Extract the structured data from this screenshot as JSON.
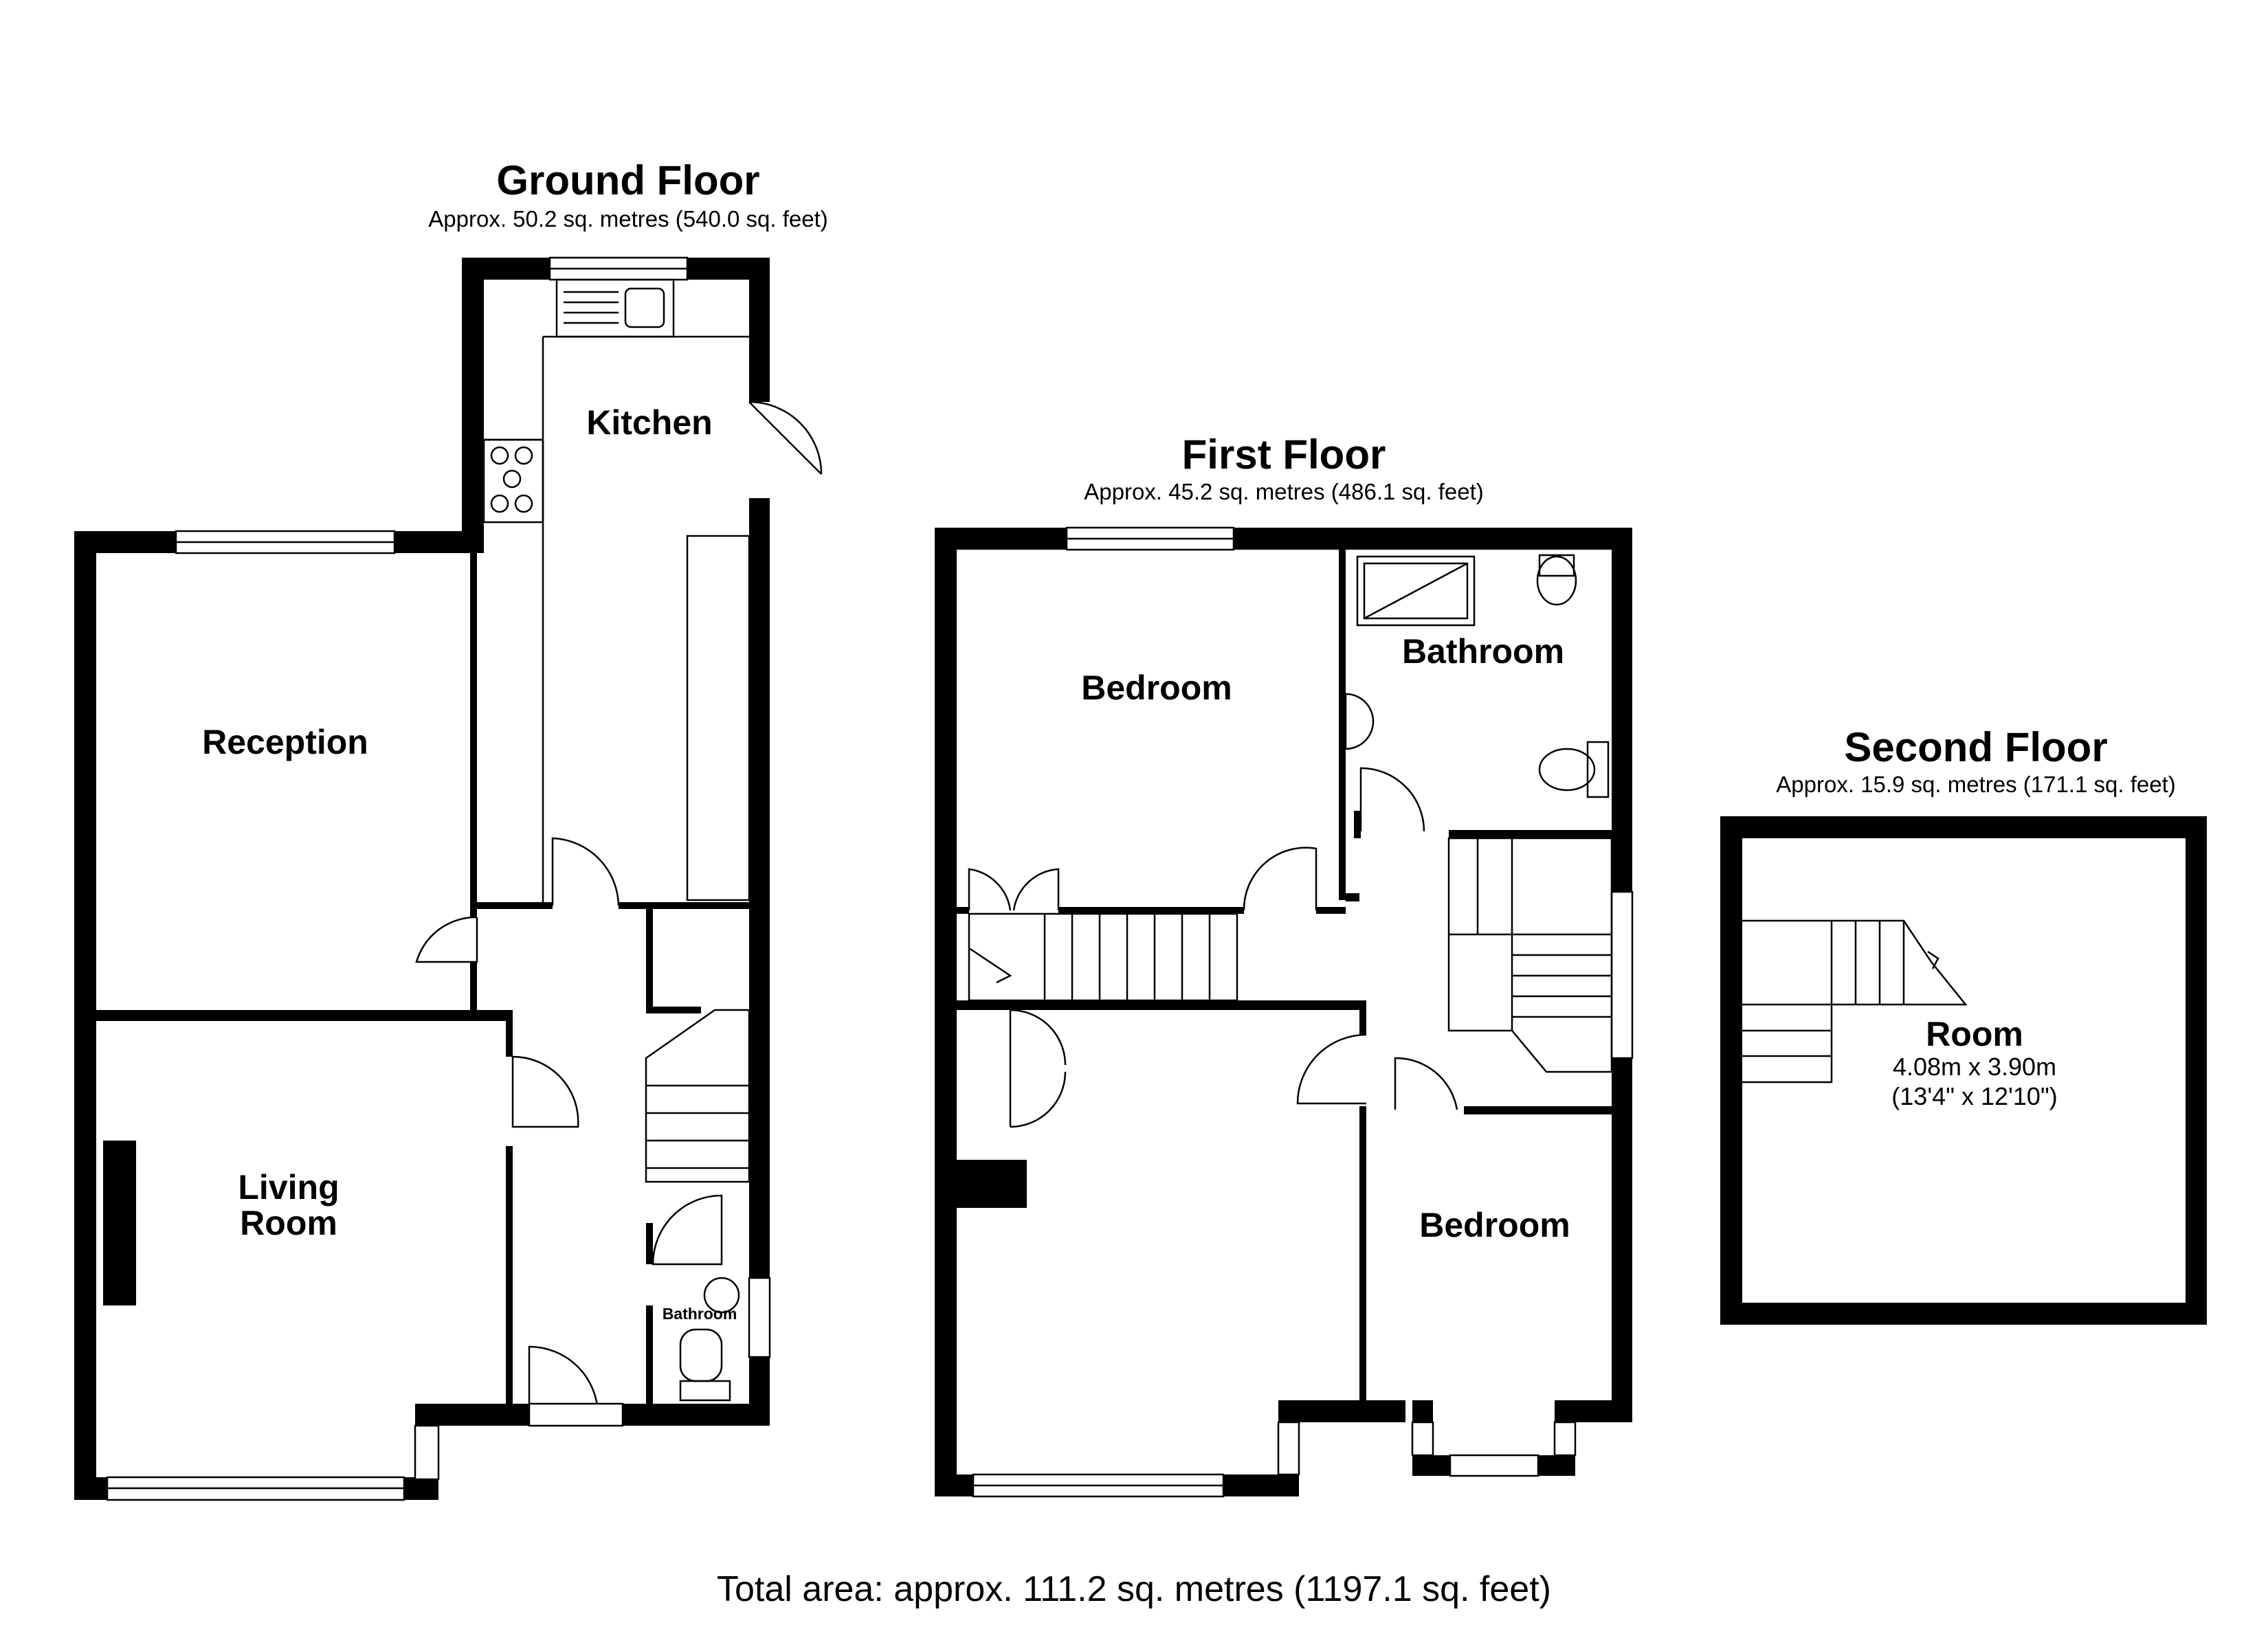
{
  "ground_floor": {
    "title": "Ground Floor",
    "area": "Approx. 50.2 sq. metres (540.0 sq. feet)",
    "rooms": {
      "kitchen": "Kitchen",
      "reception": "Reception",
      "living_line1": "Living",
      "living_line2": "Room",
      "bathroom": "Bathroom"
    }
  },
  "first_floor": {
    "title": "First Floor",
    "area": "Approx. 45.2 sq. metres (486.1 sq. feet)",
    "rooms": {
      "bedroom_1": "Bedroom",
      "bathroom": "Bathroom",
      "bedroom_2": "Bedroom"
    }
  },
  "second_floor": {
    "title": "Second Floor",
    "area": "Approx. 15.9 sq. metres (171.1 sq. feet)",
    "room": {
      "name": "Room",
      "metric": "4.08m x 3.90m",
      "imperial": "(13'4\" x 12'10\")"
    }
  },
  "total_area": "Total area: approx. 111.2 sq. metres (1197.1 sq. feet)"
}
